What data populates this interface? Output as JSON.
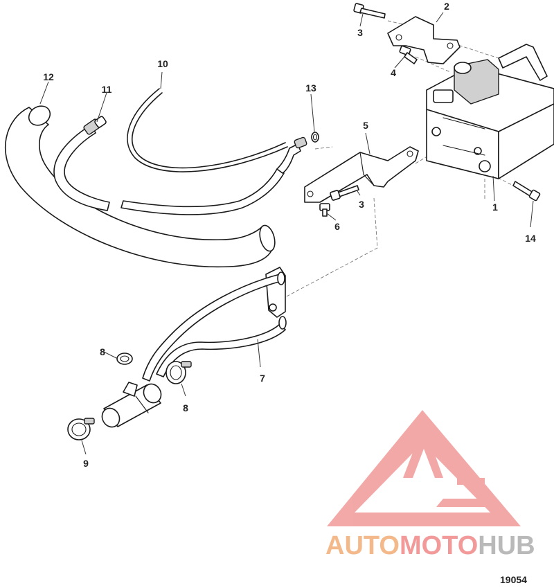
{
  "diagram": {
    "callouts": [
      {
        "id": "c1",
        "label": "1"
      },
      {
        "id": "c2",
        "label": "2"
      },
      {
        "id": "c3a",
        "label": "3"
      },
      {
        "id": "c3b",
        "label": "3"
      },
      {
        "id": "c4",
        "label": "4"
      },
      {
        "id": "c5",
        "label": "5"
      },
      {
        "id": "c6",
        "label": "6"
      },
      {
        "id": "c7",
        "label": "7"
      },
      {
        "id": "c8a",
        "label": "8"
      },
      {
        "id": "c8b",
        "label": "8"
      },
      {
        "id": "c9",
        "label": "9"
      },
      {
        "id": "c10",
        "label": "10"
      },
      {
        "id": "c11",
        "label": "11"
      },
      {
        "id": "c12",
        "label": "12"
      },
      {
        "id": "c13",
        "label": "13"
      },
      {
        "id": "c14",
        "label": "14"
      }
    ],
    "diagram_number": "19054"
  },
  "watermark": {
    "part1": "AUTO",
    "part2": "MOTO",
    "part3": "HUB",
    "color_auto": "#f4b98a",
    "color_moto": "#f29a9a",
    "color_hub": "#b9b9b9",
    "triangle_color": "#f29a9a"
  }
}
